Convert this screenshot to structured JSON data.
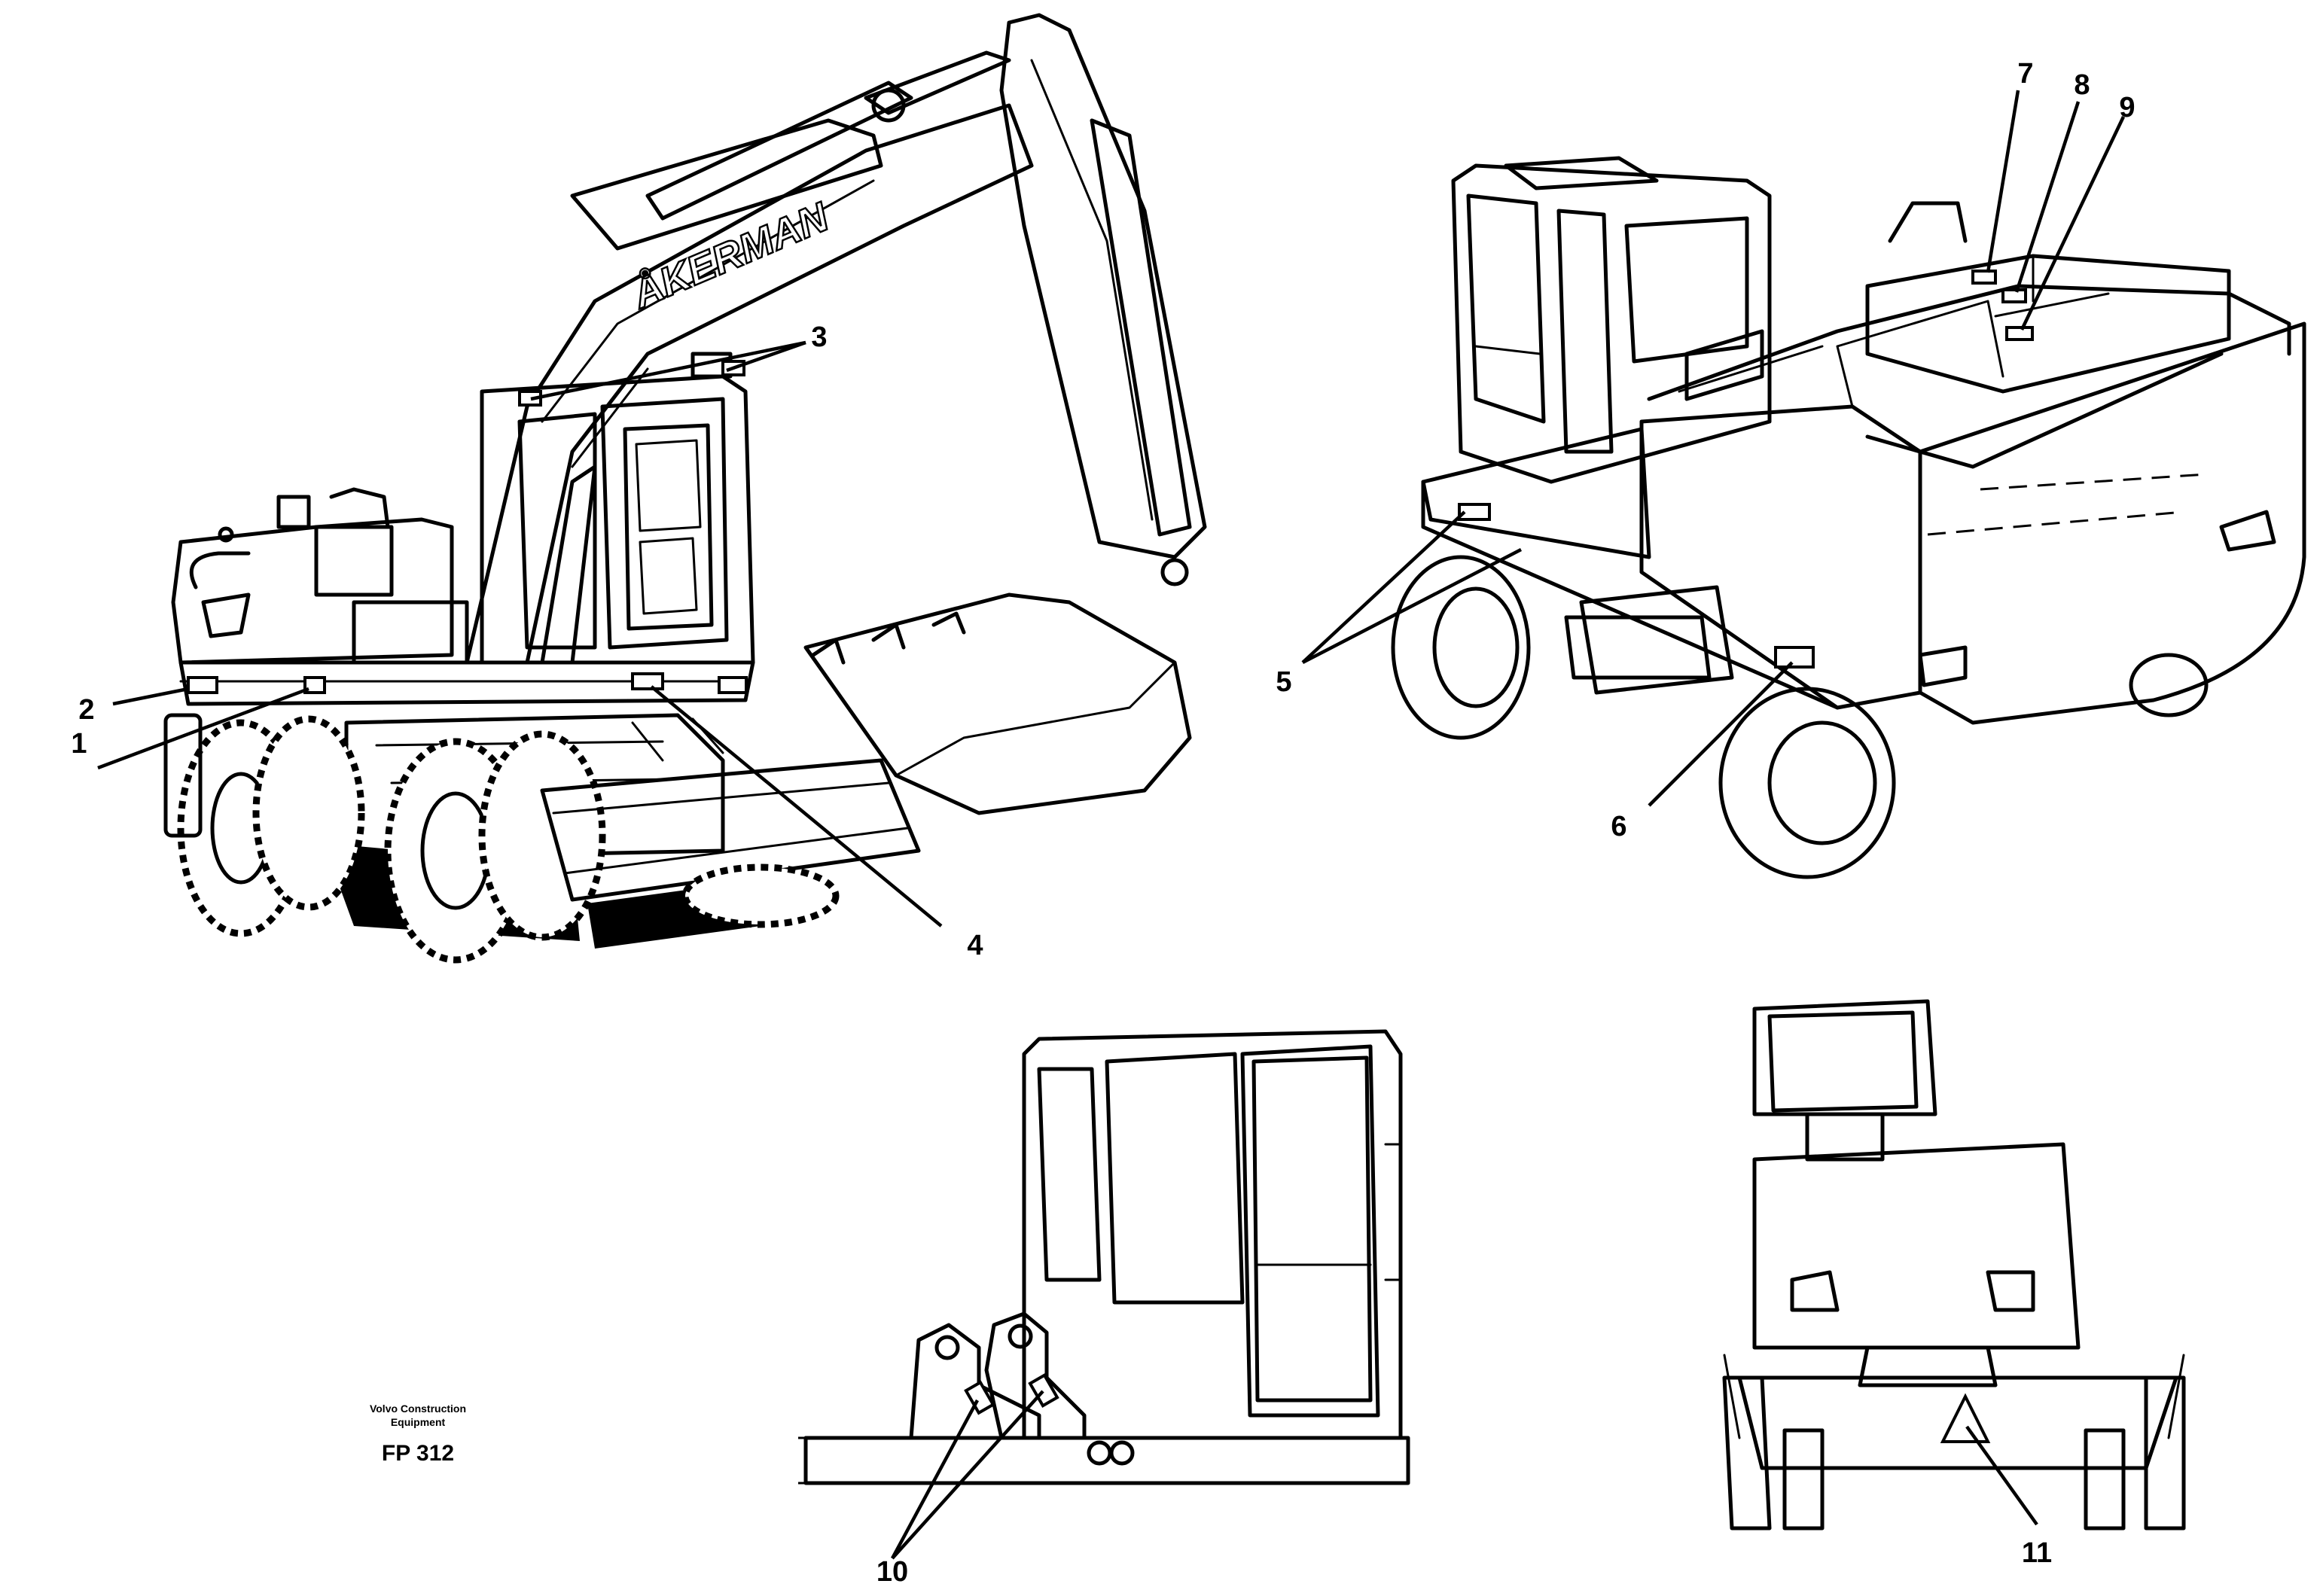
{
  "callouts": [
    "1",
    "2",
    "3",
    "4",
    "5",
    "6",
    "7",
    "8",
    "9",
    "10",
    "11"
  ],
  "brand_text": "ÅKERMAN",
  "caption": {
    "line1": "Volvo Construction",
    "line2": "Equipment",
    "code": "FP 312"
  }
}
